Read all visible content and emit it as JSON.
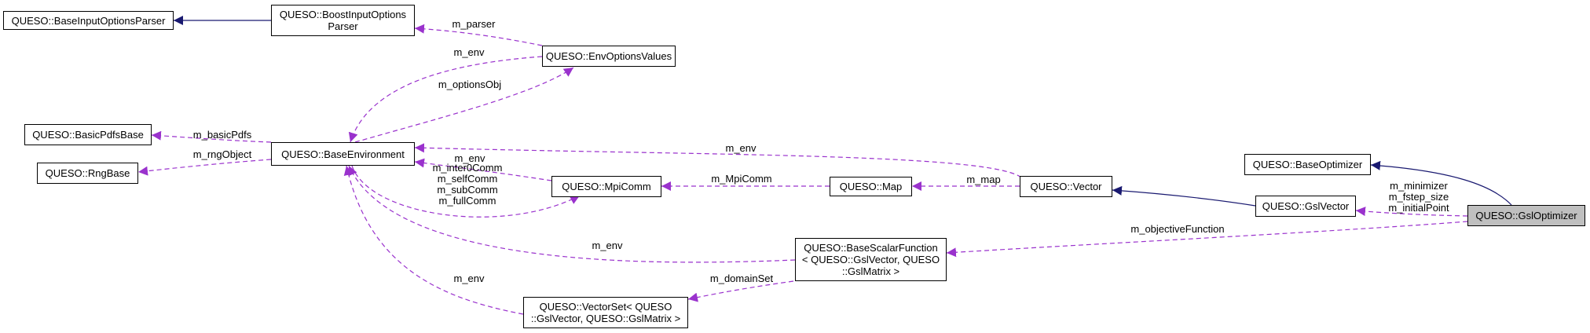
{
  "colors": {
    "inheritance": "#191970",
    "usage": "#9a32cd",
    "focus_fill": "#bfbfbf"
  },
  "nodes": {
    "base_input_options_parser": "QUESO::BaseInputOptionsParser",
    "boost_input_options_parser": [
      "QUESO::BoostInputOptions",
      "Parser"
    ],
    "env_options_values": "QUESO::EnvOptionsValues",
    "basic_pdfs_base": "QUESO::BasicPdfsBase",
    "base_environment": "QUESO::BaseEnvironment",
    "rng_base": "QUESO::RngBase",
    "mpi_comm": "QUESO::MpiComm",
    "map": "QUESO::Map",
    "vector": "QUESO::Vector",
    "base_optimizer": "QUESO::BaseOptimizer",
    "gsl_vector": "QUESO::GslVector",
    "gsl_optimizer": "QUESO::GslOptimizer",
    "base_scalar_function": [
      "QUESO::BaseScalarFunction",
      "< QUESO::GslVector, QUESO",
      "::GslMatrix >"
    ],
    "vector_set": [
      "QUESO::VectorSet< QUESO",
      "::GslVector, QUESO::GslMatrix >"
    ]
  },
  "edge_labels": {
    "m_parser": "m_parser",
    "m_env_eov": "m_env",
    "m_options_obj": "m_optionsObj",
    "m_basic_pdfs": "m_basicPdfs",
    "m_rng_object": "m_rngObject",
    "m_env_vector": "m_env",
    "m_env_mpi": "m_env",
    "m_comms": [
      "m_inter0Comm",
      "m_selfComm",
      "m_subComm",
      "m_fullComm"
    ],
    "m_mpi_comm": "m_MpiComm",
    "m_map": "m_map",
    "m_env_bsf": "m_env",
    "m_env_vs": "m_env",
    "m_domain_set": "m_domainSet",
    "m_objective_function": "m_objectiveFunction",
    "m_gsl_vector_members": [
      "m_minimizer",
      "m_fstep_size",
      "m_initialPoint"
    ]
  }
}
